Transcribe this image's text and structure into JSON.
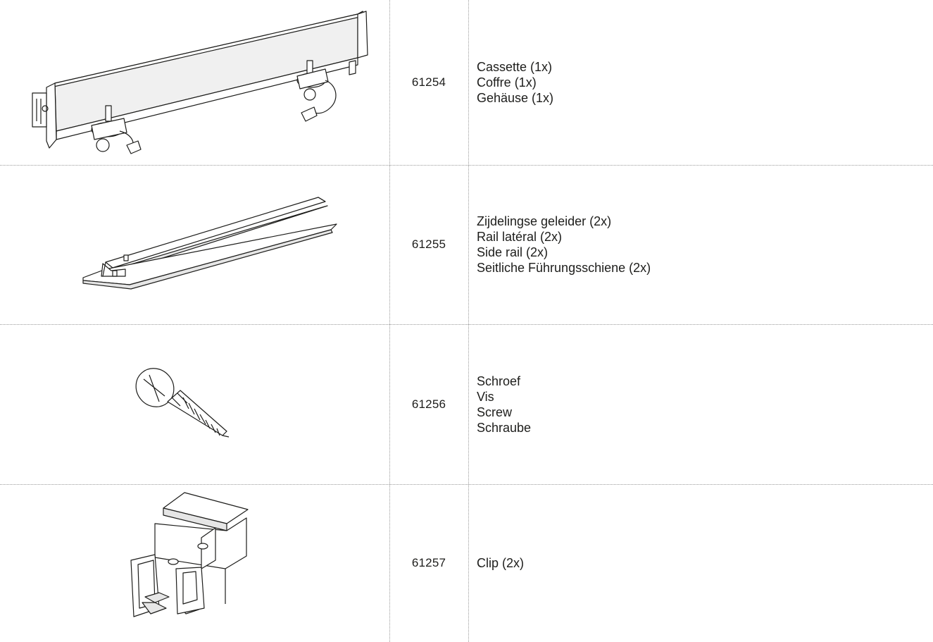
{
  "rows": [
    {
      "code": "61254",
      "lines": [
        "Cassette (1x)",
        "Coffre (1x)",
        "Gehäuse (1x)"
      ],
      "part_icon": "cassette-illustration"
    },
    {
      "code": "61255",
      "lines": [
        "Zijdelingse geleider (2x)",
        "Rail latéral (2x)",
        "Side rail (2x)",
        "Seitliche Führungsschiene (2x)"
      ],
      "part_icon": "side-rail-illustration"
    },
    {
      "code": "61256",
      "lines": [
        "Schroef",
        "Vis",
        "Screw",
        "Schraube"
      ],
      "part_icon": "screw-illustration"
    },
    {
      "code": "61257",
      "lines": [
        "Clip (2x)"
      ],
      "part_icon": "clip-illustration"
    }
  ],
  "colors": {
    "text": "#1d1d1b",
    "divider": "#9a9a9a",
    "line_art": "#1d1d1b",
    "shade": "#e6e6e6"
  }
}
